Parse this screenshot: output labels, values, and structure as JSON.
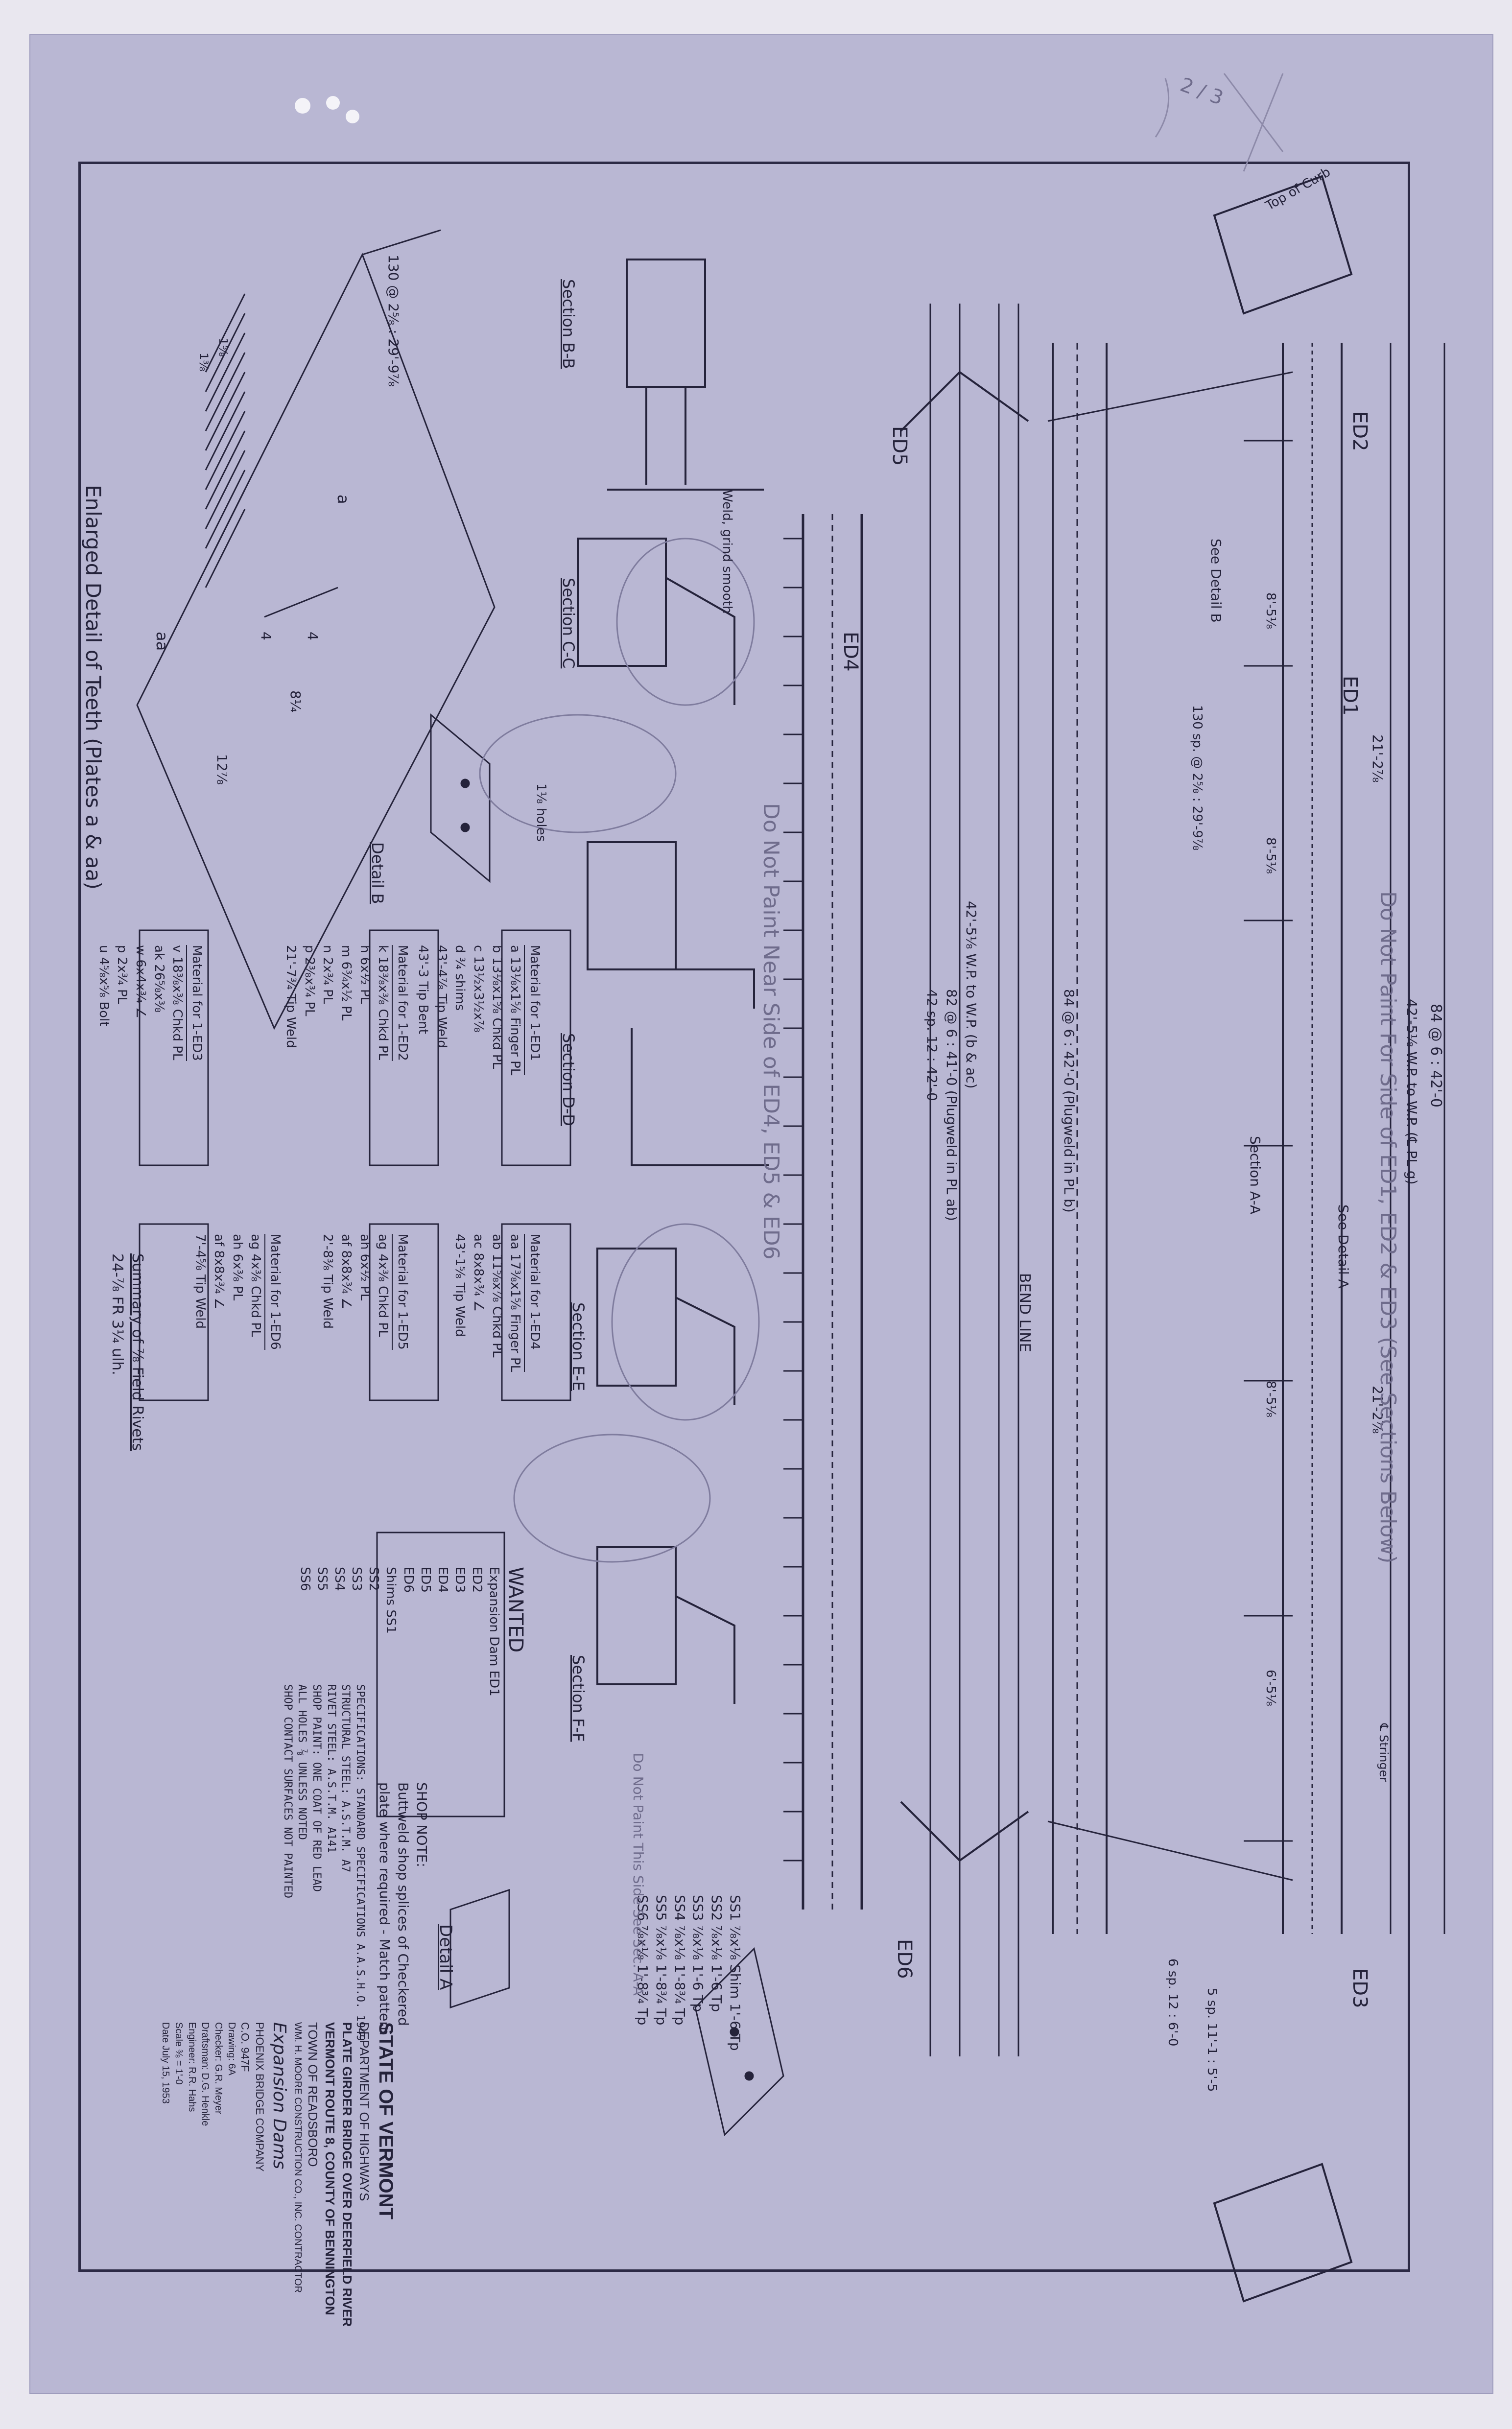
{
  "colors": {
    "paper": "#b9b7d3",
    "ink": "#25233b",
    "margin": "#e9e7ef",
    "pencil": "#6f6c8c"
  },
  "corner_marks": {
    "pencil_note": "2 / 3"
  },
  "teeth_detail": {
    "title": "Enlarged Detail of Teeth (Plates a & aa)",
    "dims": [
      "130 @ 2⅝ : 29'-9⅞",
      "12⅞",
      "8¼",
      "4",
      "4",
      "1⅜",
      "1⅝"
    ],
    "labels": [
      "a",
      "aa"
    ]
  },
  "sections": {
    "bb": "Section B-B",
    "cc": "Section C-C",
    "dd": "Section D-D",
    "ee": "Section E-E",
    "ff": "Section F-F",
    "detail_b": "Detail B",
    "detail_a": "Detail A",
    "weld_note": "Weld, grind smooth",
    "holes": "1⅛ holes"
  },
  "materials": {
    "ed1": {
      "title": "Material for 1-ED1",
      "rows": [
        "a 13⅛x1⅝ Finger PL",
        "b 13⅛x1⅝ Chkd PL",
        "c 13½x3½x⅞",
        "d ¾ shims",
        "43'-4⅞ Tip Weld",
        "43'-3 Tip Bent"
      ]
    },
    "ed2": {
      "title": "Material for 1-ED2",
      "rows": [
        "k 18⅜x⅜ Chkd PL",
        "h 6x½ PL",
        "m 6¾x½ PL",
        "n 2x¾ PL",
        "p 2⅜x¾ PL",
        "21'-7¾ Tip Weld"
      ]
    },
    "ed3": {
      "title": "Material for 1-ED3",
      "rows": [
        "v 18⅜x⅜ Chkd PL",
        "ak 26⅝x⅜",
        "w 6x4x¾ ∠",
        "p 2x¾ PL",
        "u 4⅝x⅝ Bolt"
      ]
    },
    "ed4": {
      "title": "Material for 1-ED4",
      "rows": [
        "aa 17⅜x1⅝ Finger PL",
        "ab 11⅝x⅞ Chkd PL",
        "ac 8x8x¾ ∠",
        "43'-1⅝ Tip Weld"
      ]
    },
    "ed5": {
      "title": "Material for 1-ED5",
      "rows": [
        "ag 4x⅜ Chkd PL",
        "ah 6x½ PL",
        "af 8x8x¾ ∠",
        "2'-8⅜ Tip Weld"
      ]
    },
    "ed6": {
      "title": "Material for 1-ED6",
      "rows": [
        "ag 4x⅜ Chkd PL",
        "ah 6x⅜ PL",
        "af 8x8x¾ ∠",
        "7'-4⅝ Tip Weld"
      ]
    }
  },
  "summary": {
    "title": "Summary of ⅞ Field Rivets",
    "value": "24-⅞ FR 3¼ ulh."
  },
  "wanted": {
    "title": "WANTED",
    "items": [
      "Expansion Dam ED1",
      "ED2",
      "ED3",
      "ED4",
      "ED5",
      "ED6",
      "Shims SS1",
      "SS2",
      "SS3",
      "SS4",
      "SS5",
      "SS6"
    ]
  },
  "shop_note": {
    "title": "SHOP NOTE:",
    "body": "Buttweld shop splices of Checkered plate where required - Match pattern"
  },
  "shims": {
    "rows": [
      "SS1 ⅞x⅛ Shim 1'-6 Tp",
      "SS2 ⅞x⅛ 1'-6 Tp",
      "SS3 ⅞x⅛ 1'-6 Tp",
      "SS4 ⅞x⅛ 1'-8¾ Tp",
      "SS5 ⅞x⅛ 1'-8¾ Tp",
      "SS6 ⅞x⅛ 1'-8¾ Tp"
    ]
  },
  "plan": {
    "dims": [
      "84 @ 6 : 42'-0",
      "42'-5⅛ W.P. to W.P. (℄ PL g)",
      "21'-2⅞",
      "21'-2⅞",
      "82 @ 6 : 41'-0 (Plugweld in PL ab)",
      "42 sp. 12 : 42'-0",
      "84 @ 6 : 42'-0 (Plugweld in PL b)",
      "42'-5⅛ W.P. to W.P. (b & ac)",
      "130 sp. @ 2⅝ : 29'-9⅞",
      "6 sp. 12 : 6'-0",
      "5 sp. 11'-1 : 5'-5",
      "8'-5⅛",
      "8'-5⅛",
      "8'-5⅛",
      "6'-5⅛"
    ],
    "labels": [
      "ED1",
      "ED2",
      "ED3",
      "ED4",
      "ED5",
      "ED6",
      "BEND LINE",
      "℄ Stringer",
      "See Detail A",
      "See Detail B",
      "Section A-A",
      "Top of Curb"
    ],
    "paint_notes": [
      "Do Not Paint For Side of ED1, ED2 & ED3 (See Sections Below)",
      "Do Not Paint Near Side of ED4, ED5 & ED6",
      "Do Not Paint This Side See Sec. A-A"
    ]
  },
  "title_block": {
    "state": "STATE OF VERMONT",
    "dept": "DEPARTMENT OF HIGHWAYS",
    "bridge": "PLATE GIRDER BRIDGE OVER DEERFIELD RIVER",
    "route": "VERMONT ROUTE 8, COUNTY OF BENNINGTON",
    "town": "TOWN OF READSBORO",
    "contractor": "WM. H. MOORE CONSTRUCTION CO., INC. CONTRACTOR",
    "subject": "Expansion Dams",
    "company": "PHOENIX BRIDGE COMPANY",
    "contract": "C.O. 947F",
    "drawing": "Drawing: 6A",
    "checker": "Checker: G.R. Meyer",
    "draftsman": "Draftsman: D.G. Henkle",
    "engineer": "Engineer: R.R. Hahs",
    "scale": "Scale ⅜ = 1'-0",
    "date": "Date July 15, 1953",
    "specs": [
      "SPECIFICATIONS: STANDARD SPECIFICATIONS A.A.S.H.O. 1949",
      "STRUCTURAL STEEL: A.S.T.M. A7",
      "RIVET STEEL: A.S.T.M. A141",
      "SHOP PAINT: ONE COAT OF RED LEAD",
      "ALL HOLES ⅞ UNLESS NOTED",
      "SHOP CONTACT SURFACES NOT PAINTED"
    ]
  }
}
